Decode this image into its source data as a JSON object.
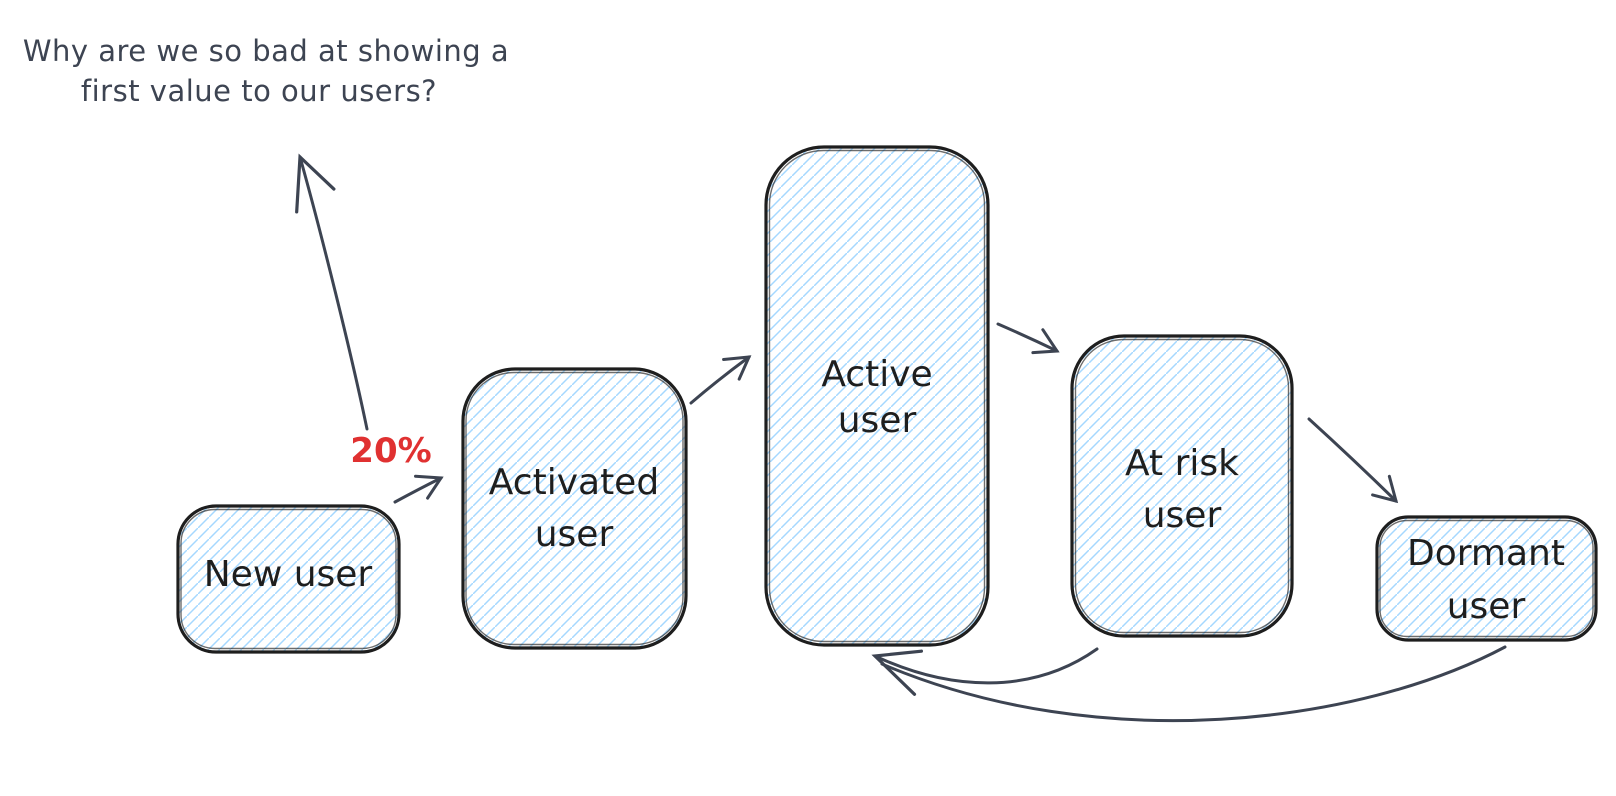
{
  "title": {
    "lines": [
      "Why are we so bad at showing a",
      "first value to our users?"
    ]
  },
  "annotation": {
    "label": "20%"
  },
  "nodes": [
    {
      "id": "new-user",
      "label": "New user",
      "lines": [
        "New user"
      ]
    },
    {
      "id": "activated-user",
      "label": "Activated user",
      "lines": [
        "Activated",
        "user"
      ]
    },
    {
      "id": "active-user",
      "label": "Active user",
      "lines": [
        "Active",
        "user"
      ]
    },
    {
      "id": "at-risk-user",
      "label": "At risk user",
      "lines": [
        "At risk",
        "user"
      ]
    },
    {
      "id": "dormant-user",
      "label": "Dormant user",
      "lines": [
        "Dormant",
        "user"
      ]
    }
  ],
  "edges": [
    {
      "from": "new-user",
      "to": "activated-user",
      "label": "20%"
    },
    {
      "from": "activated-user",
      "to": "active-user"
    },
    {
      "from": "active-user",
      "to": "at-risk-user"
    },
    {
      "from": "at-risk-user",
      "to": "dormant-user"
    },
    {
      "from": "at-risk-user",
      "to": "active-user"
    },
    {
      "from": "dormant-user",
      "to": "active-user"
    },
    {
      "from": "annotation-20pct",
      "to": "question-title"
    }
  ],
  "colors": {
    "background": "#ffffff",
    "box_stroke": "#1e1e1e",
    "hachure_fill": "#a5d8ff",
    "ink": "#3d4452",
    "accent_red": "#e03131",
    "label_text": "#1e1e1e"
  }
}
